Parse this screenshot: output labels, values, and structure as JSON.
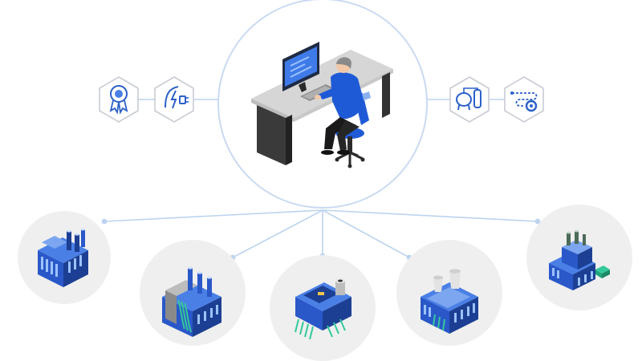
{
  "colors": {
    "connector": "#bcd4ef",
    "hub_ring": "#c9daf2",
    "node_bg": "#efefef",
    "factory_blue": "#2a58c9",
    "factory_light": "#4a80e6",
    "factory_dark": "#1c3f93",
    "icon_line": "#2c60c9",
    "hex_stroke": "#c8ccd2",
    "desk_top": "#d4d4d4",
    "desk_leg": "#3a3a3a",
    "worker_shirt": "#1f5ad6"
  },
  "hub": {
    "name": "central-workstation",
    "icon": "operator-at-desk-icon"
  },
  "left_icons": [
    {
      "name": "quality-award-icon"
    },
    {
      "name": "energy-plug-icon"
    }
  ],
  "right_icons": [
    {
      "name": "tanks-storage-icon"
    },
    {
      "name": "process-gear-icon"
    }
  ],
  "factories": [
    {
      "name": "factory-1",
      "icon": "factory-chimneys-icon"
    },
    {
      "name": "factory-2",
      "icon": "factory-pipes-icon"
    },
    {
      "name": "factory-3",
      "icon": "factory-machine-icon"
    },
    {
      "name": "factory-4",
      "icon": "factory-silos-icon"
    },
    {
      "name": "factory-5",
      "icon": "factory-complex-icon"
    }
  ]
}
